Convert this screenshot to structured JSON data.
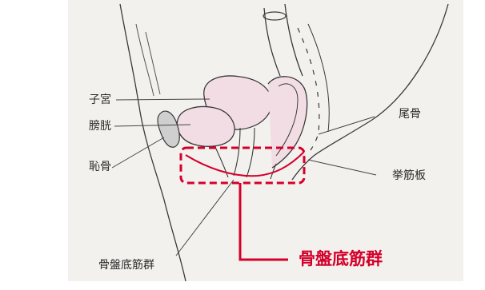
{
  "labels": {
    "uterus": "子宮",
    "bladder": "膀胱",
    "pubis": "恥骨",
    "coccyx": "尾骨",
    "levator_plate": "挙筋板",
    "pelvic_floor_bottom": "骨盤底筋群"
  },
  "callout": {
    "text": "骨盤底筋群",
    "color": "#d4002a"
  },
  "colors": {
    "line": "#3a3a3a",
    "organ_fill": "#f2dde5",
    "bone_fill": "#cfcfcf",
    "highlight": "#d4002a",
    "figure_bg": "#f3f1ee"
  }
}
